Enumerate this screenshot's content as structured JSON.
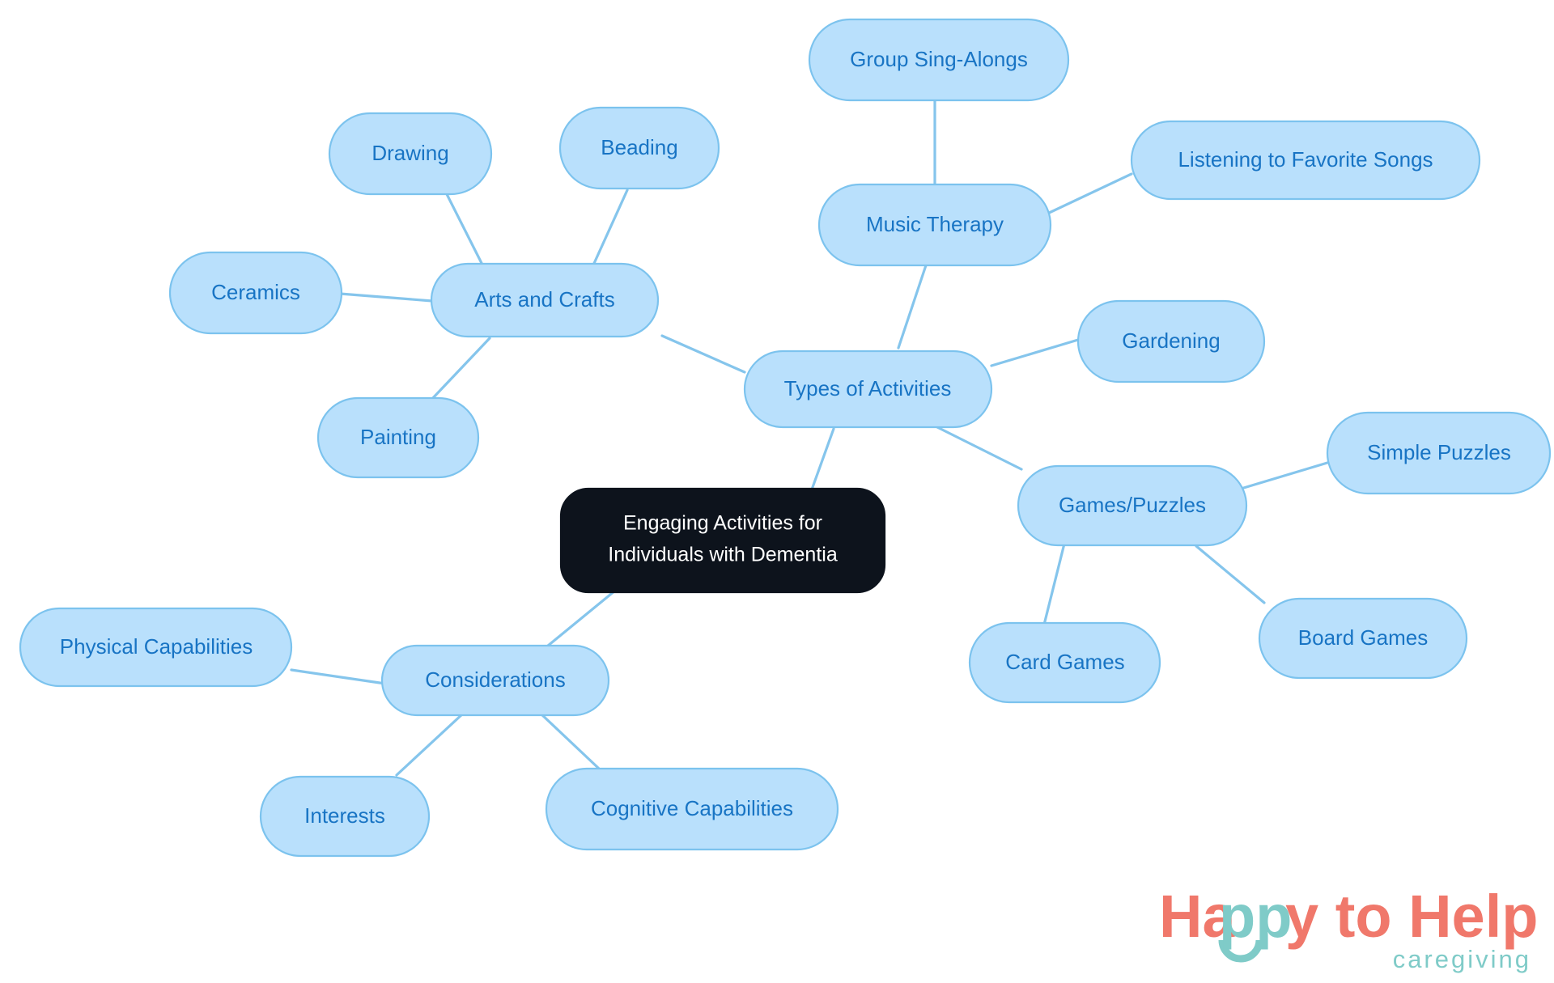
{
  "diagram": {
    "type": "mindmap",
    "title": "Engaging Activities for Individuals with Dementia",
    "colors": {
      "node_fill": "#b9e0fc",
      "node_stroke": "#7cc3ee",
      "node_text": "#1874c4",
      "root_fill": "#0d131c",
      "root_text": "#ffffff",
      "edge": "#85c5ec",
      "background": "#ffffff",
      "logo_salmon": "#f0786b",
      "logo_teal": "#7fcbc8"
    },
    "nodes": {
      "root": {
        "label_line1": "Engaging Activities for",
        "label_line2": "Individuals with Dementia"
      },
      "types_of_activities": {
        "label": "Types of Activities"
      },
      "arts_and_crafts": {
        "label": "Arts and Crafts"
      },
      "drawing": {
        "label": "Drawing"
      },
      "beading": {
        "label": "Beading"
      },
      "ceramics": {
        "label": "Ceramics"
      },
      "painting": {
        "label": "Painting"
      },
      "music_therapy": {
        "label": "Music Therapy"
      },
      "group_sing_alongs": {
        "label": "Group Sing-Alongs"
      },
      "listening_favorite_songs": {
        "label": "Listening to Favorite Songs"
      },
      "gardening": {
        "label": "Gardening"
      },
      "games_puzzles": {
        "label": "Games/Puzzles"
      },
      "simple_puzzles": {
        "label": "Simple Puzzles"
      },
      "board_games": {
        "label": "Board Games"
      },
      "card_games": {
        "label": "Card Games"
      },
      "considerations": {
        "label": "Considerations"
      },
      "physical_capabilities": {
        "label": "Physical Capabilities"
      },
      "interests": {
        "label": "Interests"
      },
      "cognitive_capabilities": {
        "label": "Cognitive Capabilities"
      }
    },
    "edges": [
      {
        "from": "root",
        "to": "types_of_activities"
      },
      {
        "from": "root",
        "to": "considerations"
      },
      {
        "from": "types_of_activities",
        "to": "arts_and_crafts"
      },
      {
        "from": "types_of_activities",
        "to": "music_therapy"
      },
      {
        "from": "types_of_activities",
        "to": "gardening"
      },
      {
        "from": "types_of_activities",
        "to": "games_puzzles"
      },
      {
        "from": "arts_and_crafts",
        "to": "drawing"
      },
      {
        "from": "arts_and_crafts",
        "to": "beading"
      },
      {
        "from": "arts_and_crafts",
        "to": "ceramics"
      },
      {
        "from": "arts_and_crafts",
        "to": "painting"
      },
      {
        "from": "music_therapy",
        "to": "group_sing_alongs"
      },
      {
        "from": "music_therapy",
        "to": "listening_favorite_songs"
      },
      {
        "from": "games_puzzles",
        "to": "simple_puzzles"
      },
      {
        "from": "games_puzzles",
        "to": "board_games"
      },
      {
        "from": "games_puzzles",
        "to": "card_games"
      },
      {
        "from": "considerations",
        "to": "physical_capabilities"
      },
      {
        "from": "considerations",
        "to": "interests"
      },
      {
        "from": "considerations",
        "to": "cognitive_capabilities"
      }
    ]
  },
  "logo": {
    "part1": "Ha",
    "part2": "pp",
    "part3": "y to Help",
    "tagline": "caregiving"
  }
}
